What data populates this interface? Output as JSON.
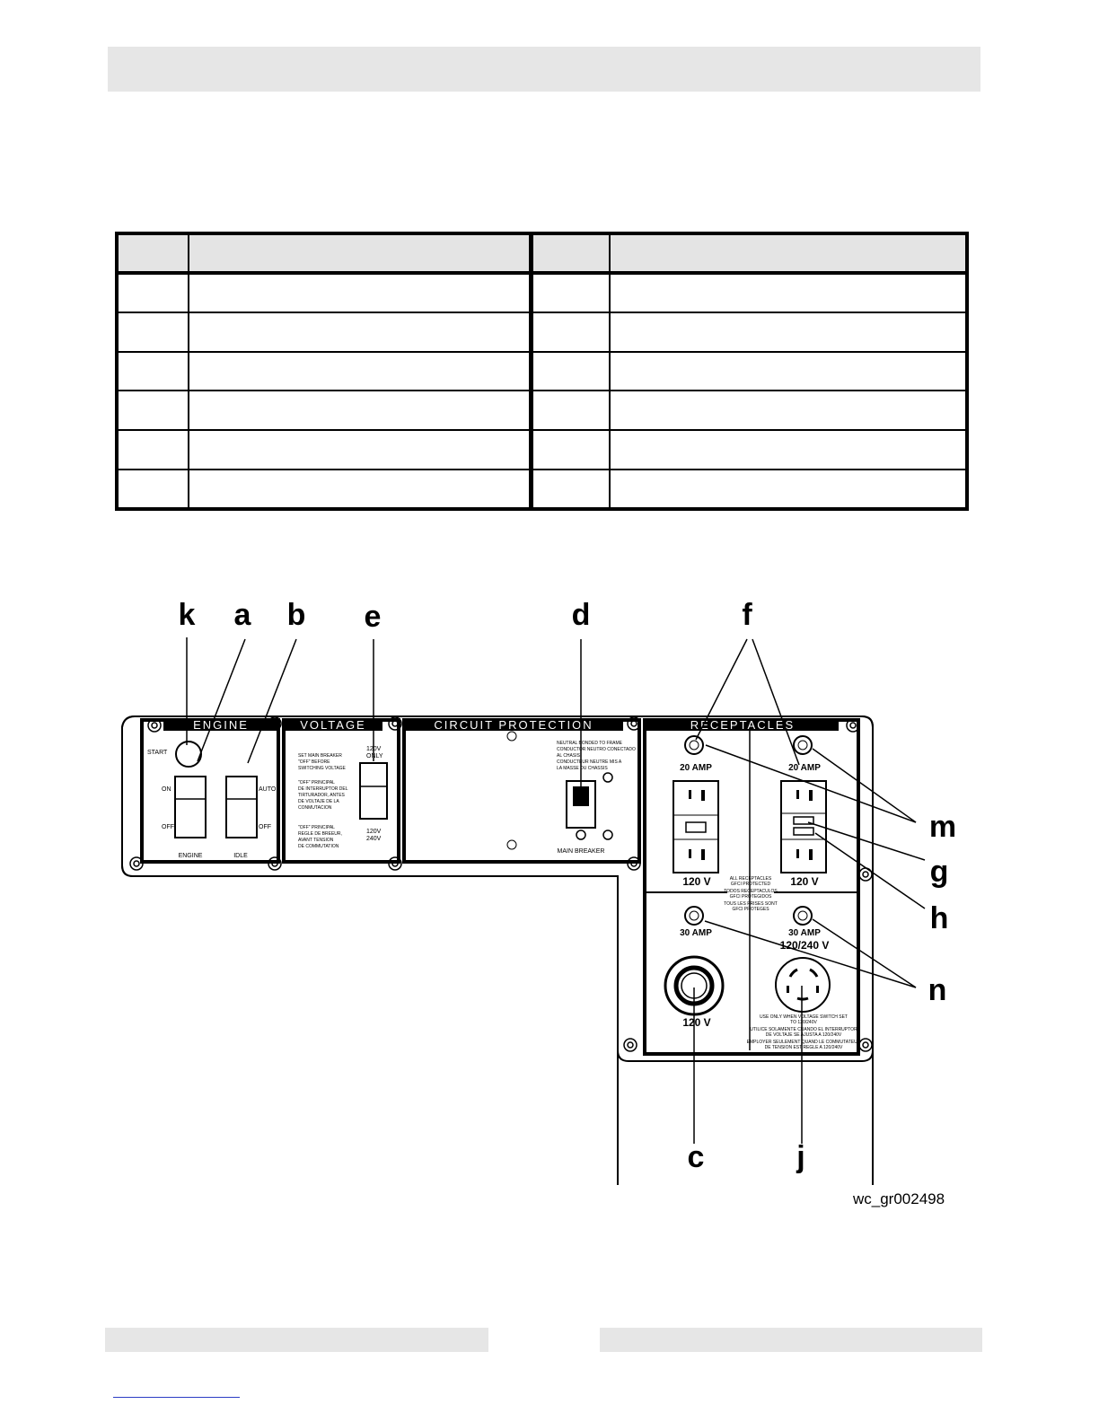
{
  "figure": {
    "callouts": {
      "k": "k",
      "a": "a",
      "b": "b",
      "e": "e",
      "d": "d",
      "f": "f",
      "m": "m",
      "g": "g",
      "h": "h",
      "n": "n",
      "c": "c",
      "j": "j"
    },
    "sections": {
      "engine": "ENGINE",
      "voltage": "VOLTAGE",
      "circuit_protection": "CIRCUIT   PROTECTION",
      "receptacles": "RECEPTACLES"
    },
    "engine_panel": {
      "start": "START",
      "on": "ON",
      "off": "OFF",
      "auto": "AUTO",
      "off2": "OFF",
      "engine_label": "ENGINE",
      "idle_label": "IDLE"
    },
    "voltage_panel": {
      "note1": [
        "SET MAIN BREAKER",
        "\"OFF\" BEFORE",
        "SWITCHING VOLTAGE"
      ],
      "note2": [
        "\"OFF\" PRINCIPAL",
        "DE INTERRUPTOR DEL",
        "TIRTURADOR, ANTES",
        "DE VOLTAJE DE LA",
        "CONMUTACION"
      ],
      "note3": [
        "\"OFF\" PRINCIPAL",
        "REGLE DE BREEUR,",
        "AVANT TENSION",
        "DE COMMUTATION"
      ],
      "top_setting": [
        "120V",
        "ONLY"
      ],
      "bottom_setting": [
        "120V",
        "240V"
      ]
    },
    "circuit_panel": {
      "neutral_notes": [
        "NEUTRAL BONDED TO FRAME",
        "CONDUCTOR NEUTRO CONECTADO",
        "AL CHASIS",
        "CONDUCTEUR NEUTRE MIS A",
        "LA MASSE DU CHASSIS"
      ],
      "main_breaker": "MAIN BREAKER"
    },
    "receptacles_panel": {
      "amp20_left": "20 AMP",
      "amp20_right": "20 AMP",
      "volt120_left": "120 V",
      "volt120_right": "120 V",
      "gfci_note": [
        "ALL RECEPTACLES",
        "GFCI PROTECTED",
        "TODOS RECEPTACULOS",
        "GFCI PROTEGIDOS",
        "TOUS LES PRISES SONT",
        "GFCI PROTEGES"
      ],
      "amp30_left": "30 AMP",
      "amp30_right": "30 AMP",
      "volt120_240": "120/240 V",
      "volt120_bottom": "120 V",
      "twist_note": [
        "USE ONLY WHEN VOLTAGE SWITCH SET",
        "TO 120/240V",
        "UTILICE SOLAMENTE CUANDO EL INTERRUPTOR",
        "DE VOLTAJE SE AJUSTA A 120/240V",
        "EMPLOYER SEULEMENT QUAND LE COMMUTATEUR",
        "DE TENSION EST REGLE A 120/240V"
      ]
    },
    "reference": "wc_gr002498"
  }
}
